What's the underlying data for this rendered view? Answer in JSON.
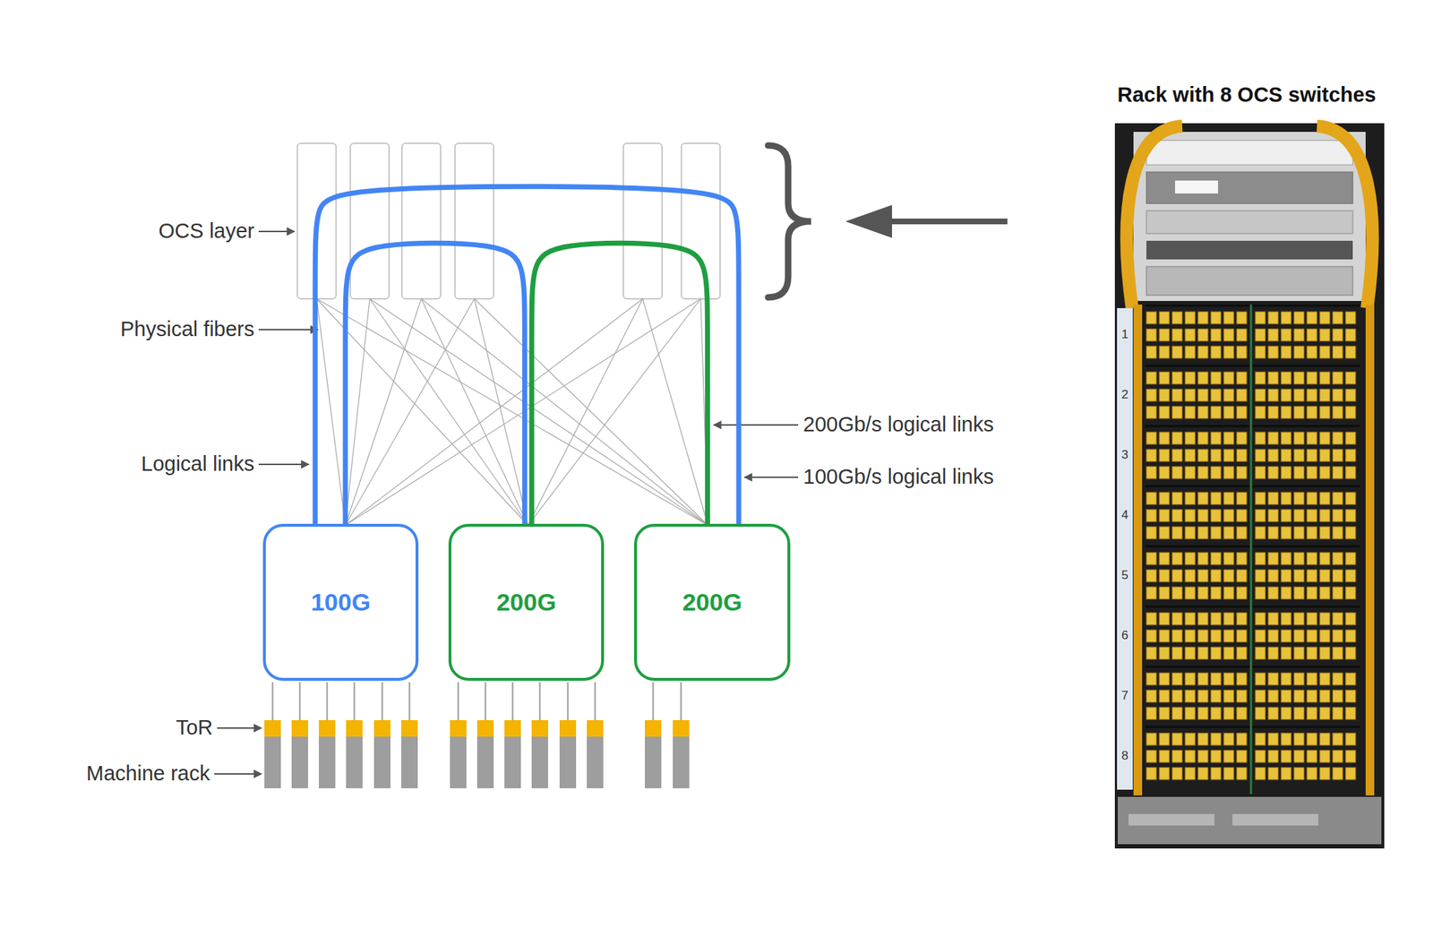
{
  "diagram": {
    "title": "Rack with 8 OCS switches",
    "nodes": [
      {
        "text": [
          "100G"
        ]
      },
      {
        "text": [
          "200G"
        ]
      },
      {
        "text": [
          "200G"
        ]
      }
    ],
    "edges": [
      {
        "from": 0,
        "to": 2,
        "arrow": "none"
      },
      {
        "from": 0,
        "to": 1,
        "arrow": "none"
      },
      {
        "from": 1,
        "to": 2,
        "arrow": "none"
      }
    ],
    "labels": [
      "OCS layer",
      "Physical fibers",
      "Logical links",
      "200Gb/s logical links",
      "100Gb/s logical links",
      "ToR",
      "Machine rack",
      "1",
      "2",
      "3",
      "4",
      "5",
      "6",
      "7",
      "8"
    ]
  }
}
